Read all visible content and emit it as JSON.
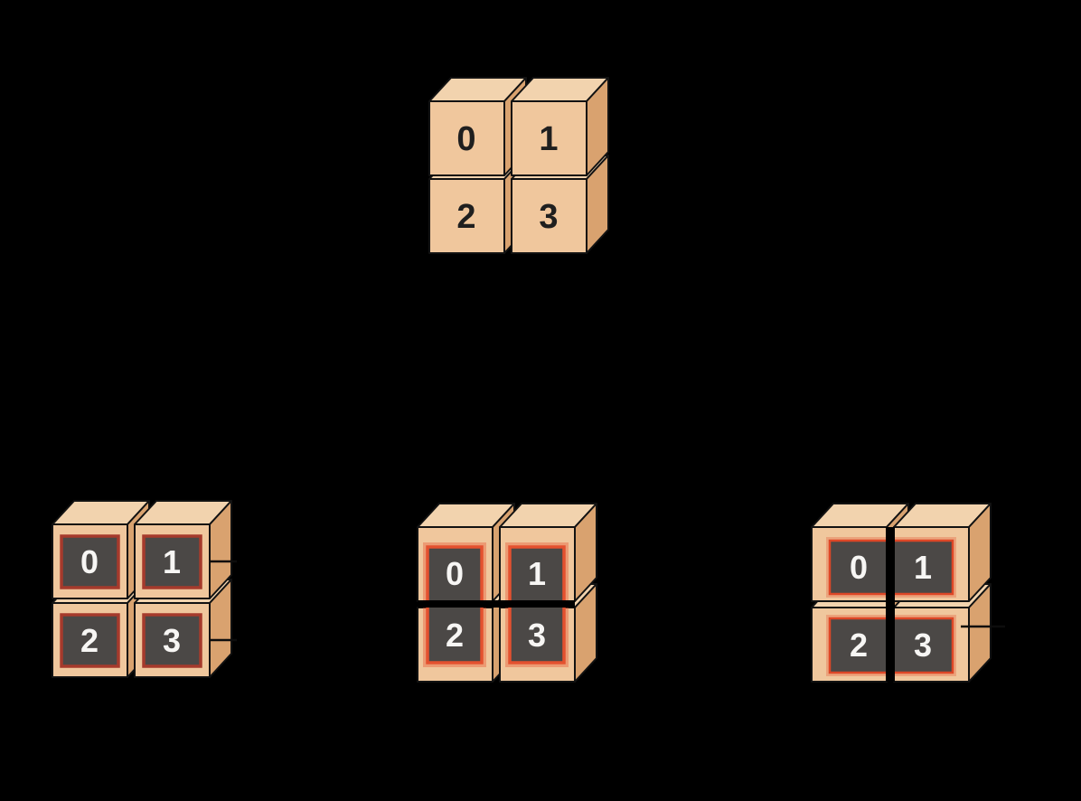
{
  "diagram": {
    "original": {
      "cells": [
        "0",
        "1",
        "2",
        "3"
      ]
    },
    "partitions": {
      "per_element": {
        "cells": [
          "0",
          "1",
          "2",
          "3"
        ]
      },
      "per_column": {
        "cells": [
          "0",
          "1",
          "2",
          "3"
        ]
      },
      "per_row": {
        "cells": [
          "0",
          "1",
          "2",
          "3"
        ]
      }
    }
  },
  "colors": {
    "background": "#000000",
    "box_front": "#f0c79d",
    "box_top": "#f2d3ae",
    "box_side": "#d9a26f",
    "outline": "#121212",
    "shard_fill": "#4b4846",
    "shard_border_dark_red": "#a63a2c",
    "shard_border_orange_red": "#e4512f",
    "shard_border_red": "#dd4727",
    "digit_dark": "#1f1f1f",
    "digit_light": "#f7f6f4"
  }
}
